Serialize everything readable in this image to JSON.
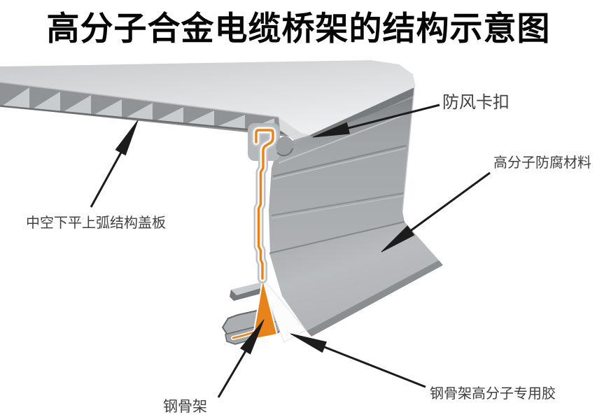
{
  "title": "高分子合金电缆桥架的结构示意图",
  "labels": {
    "hollow_cover_plate": "中空下平上弧结构盖板",
    "windproof_clip": "防风卡扣",
    "polymer_anticorrosion_material": "高分子防腐材料",
    "steel_skeleton": "钢骨架",
    "steel_skeleton_polymer_adhesive": "钢骨架高分子专用胶"
  },
  "colors": {
    "accent_orange": "#E8821A",
    "steel_gray": "#A8ABAD",
    "plate_light_gray": "#D8DADB",
    "cut_face_dark": "#8F9395",
    "arrow_black": "#1C1C1C",
    "label_text": "#3F4041",
    "title_text": "#060606",
    "adhesive_white": "#FCFCFC"
  }
}
